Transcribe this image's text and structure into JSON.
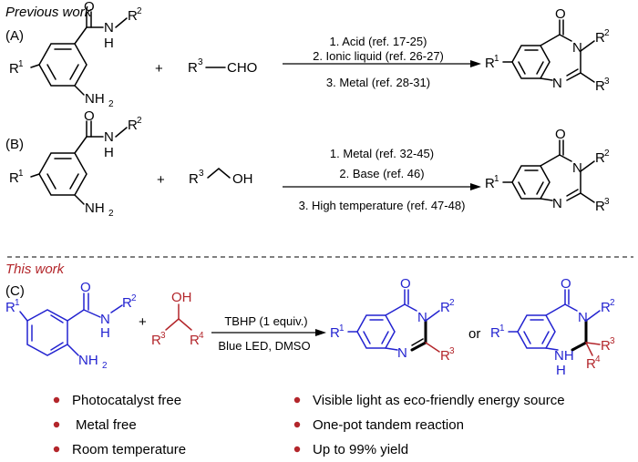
{
  "headings": {
    "previous_work": "Previous work",
    "this_work": "This work"
  },
  "panels": {
    "a": {
      "label": "(A)",
      "conditions": [
        "1. Acid (ref. 17-25)",
        "2. Ionic liquid (ref. 26-27)",
        "3. Metal (ref. 28-31)"
      ]
    },
    "b": {
      "label": "(B)",
      "conditions": [
        "1. Metal (ref. 32-45)",
        "2. Base (ref. 46)",
        "3. High temperature (ref. 47-48)"
      ]
    },
    "c": {
      "label": "(C)",
      "conditions": [
        "TBHP (1 equiv.)",
        "Blue  LED, DMSO"
      ]
    }
  },
  "atoms": {
    "O": "O",
    "N": "N",
    "H": "H",
    "NH": "NH",
    "HN": "H",
    "OH": "OH",
    "CHO": "CHO",
    "R": "R",
    "NH2": "NH",
    "two": "2",
    "one": "1",
    "three": "3",
    "four": "4",
    "plus": "+",
    "or": "or"
  },
  "features": {
    "left": [
      "Photocatalyst free",
      "Metal free",
      "Room temperature"
    ],
    "right": [
      "Visible light as eco-friendly energy source",
      "One-pot tandem reaction",
      "Up to 99% yield"
    ]
  },
  "colors": {
    "blue": "#2323d0",
    "red": "#b3262b",
    "black": "#000000"
  }
}
